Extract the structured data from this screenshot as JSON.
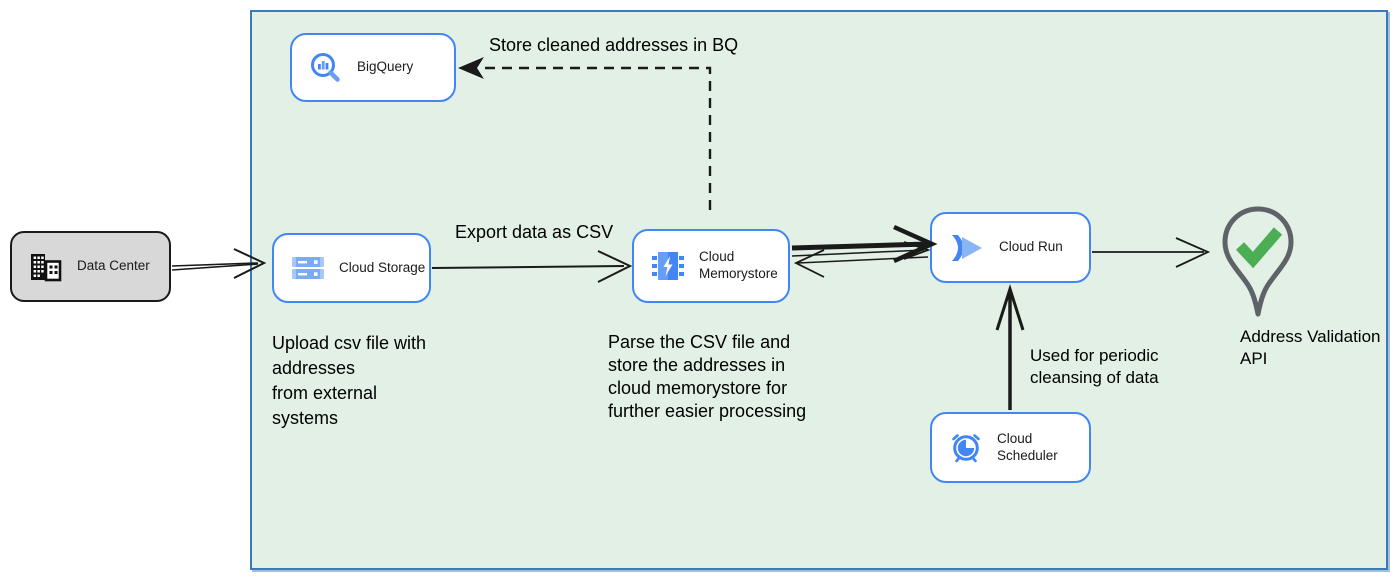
{
  "diagram": {
    "nodes": {
      "data_center": {
        "label": "Data Center"
      },
      "bigquery": {
        "label": "BigQuery"
      },
      "cloud_storage": {
        "label": "Cloud Storage"
      },
      "cloud_memorystore": {
        "label": "Cloud Memorystore"
      },
      "cloud_run": {
        "label": "Cloud Run"
      },
      "cloud_scheduler": {
        "label": "Cloud Scheduler"
      },
      "address_validation_api": {
        "label": "Address Validation\nAPI"
      }
    },
    "annotations": {
      "store_bq": "Store cleaned addresses in BQ",
      "export_csv": "Export data as CSV",
      "upload_note": "Upload csv file with\naddresses\nfrom external\nsystems",
      "parse_note": "Parse the CSV file and\nstore the addresses in\ncloud  memorystore for\nfurther easier processing",
      "periodic_note": "Used for periodic\ncleansing of data"
    },
    "colors": {
      "container_fill": "#e2f0e6",
      "container_border": "#3c79b8",
      "node_border": "#4285f4",
      "google_blue": "#4285f4",
      "google_blue_light": "#8ab4f8",
      "datacenter_fill": "#d8d8d8",
      "check_green": "#4cae54",
      "pin_gray": "#5f6368",
      "arrow_black": "#1a1a1a"
    }
  }
}
